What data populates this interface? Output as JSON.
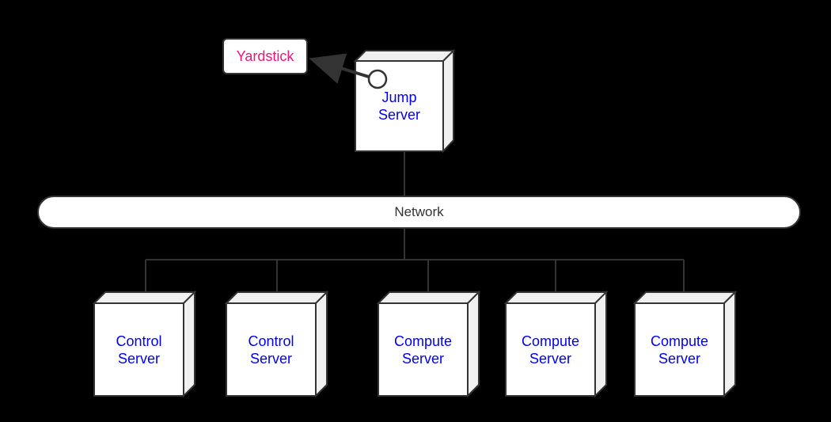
{
  "diagram": {
    "yardstick": {
      "label": "Yardstick"
    },
    "jump_server": {
      "label": "Jump Server"
    },
    "network": {
      "label": "Network"
    },
    "servers": [
      {
        "label": "Control Server"
      },
      {
        "label": "Control Server"
      },
      {
        "label": "Compute Server"
      },
      {
        "label": "Compute Server"
      },
      {
        "label": "Compute Server"
      }
    ],
    "connections": [
      {
        "from": "Jump Server",
        "to": "Yardstick",
        "type": "arrow"
      },
      {
        "from": "Jump Server",
        "to": "Network",
        "type": "line"
      },
      {
        "from": "Network",
        "to": "Control Server",
        "type": "line"
      },
      {
        "from": "Network",
        "to": "Control Server",
        "type": "line"
      },
      {
        "from": "Network",
        "to": "Compute Server",
        "type": "line"
      },
      {
        "from": "Network",
        "to": "Compute Server",
        "type": "line"
      },
      {
        "from": "Network",
        "to": "Compute Server",
        "type": "line"
      }
    ],
    "colors": {
      "background": "#000000",
      "node_fill": "#ffffff",
      "node_side_fill": "#f0f0f0",
      "stroke": "#333333",
      "server_label_text": "#0000f0",
      "yardstick_text": "#f0127f",
      "network_text": "#333333"
    }
  }
}
